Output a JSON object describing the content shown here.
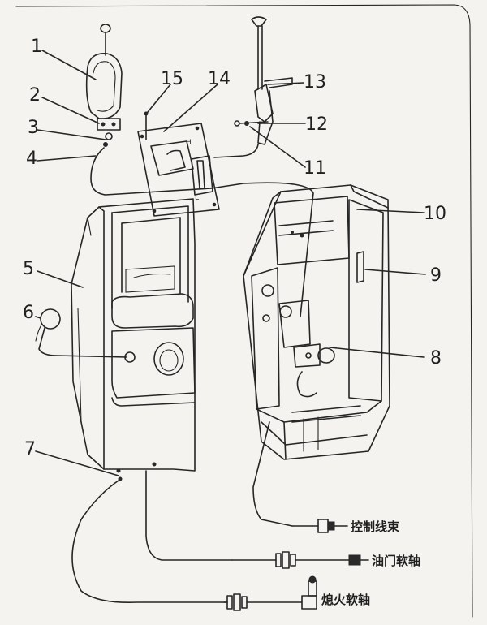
{
  "part_numbers": [
    "1",
    "2",
    "3",
    "4",
    "5",
    "6",
    "7",
    "8",
    "9",
    "10",
    "11",
    "12",
    "13",
    "14",
    "15"
  ],
  "plate_marks": {
    "high": "H",
    "low": "L"
  },
  "cables": {
    "control_harness": "控制线束",
    "throttle_cable": "油门软轴",
    "stop_cable": "熄火软轴"
  }
}
